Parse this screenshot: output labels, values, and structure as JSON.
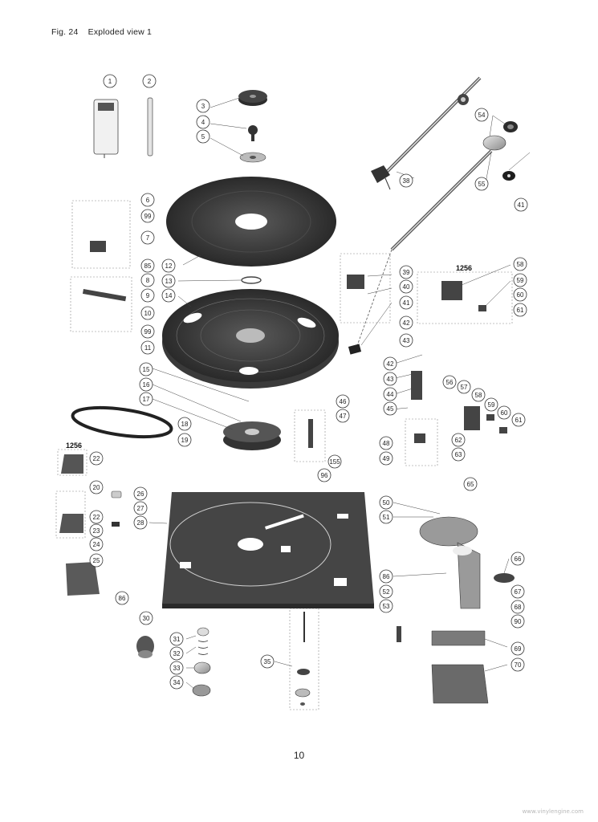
{
  "header": {
    "fig_label": "Fig. 24",
    "title": "Exploded view 1"
  },
  "page_number": "10",
  "watermark": "www.vinylengine.com",
  "group_labels": [
    "1256",
    "1256"
  ],
  "callouts": [
    "1",
    "2",
    "3",
    "4",
    "5",
    "38",
    "54",
    "55",
    "41",
    "6",
    "99",
    "7",
    "12",
    "13",
    "85",
    "8",
    "9",
    "14",
    "39",
    "40",
    "41",
    "1256",
    "58",
    "59",
    "60",
    "61",
    "10",
    "99",
    "11",
    "42",
    "43",
    "15",
    "16",
    "17",
    "42",
    "43",
    "44",
    "46",
    "47",
    "56",
    "57",
    "58",
    "59",
    "60",
    "61",
    "45",
    "18",
    "19",
    "22",
    "48",
    "49",
    "62",
    "63",
    "155",
    "96",
    "65",
    "20",
    "26",
    "27",
    "28",
    "22",
    "23",
    "24",
    "25",
    "50",
    "51",
    "86",
    "66",
    "67",
    "68",
    "90",
    "52",
    "53",
    "86",
    "30",
    "31",
    "32",
    "33",
    "34",
    "35",
    "69",
    "70"
  ],
  "colors": {
    "ink": "#222222",
    "part_dark": "#2f2f2f",
    "part_mid": "#6a6a6a",
    "part_light": "#cfcfcf",
    "group_box": "#888888"
  }
}
